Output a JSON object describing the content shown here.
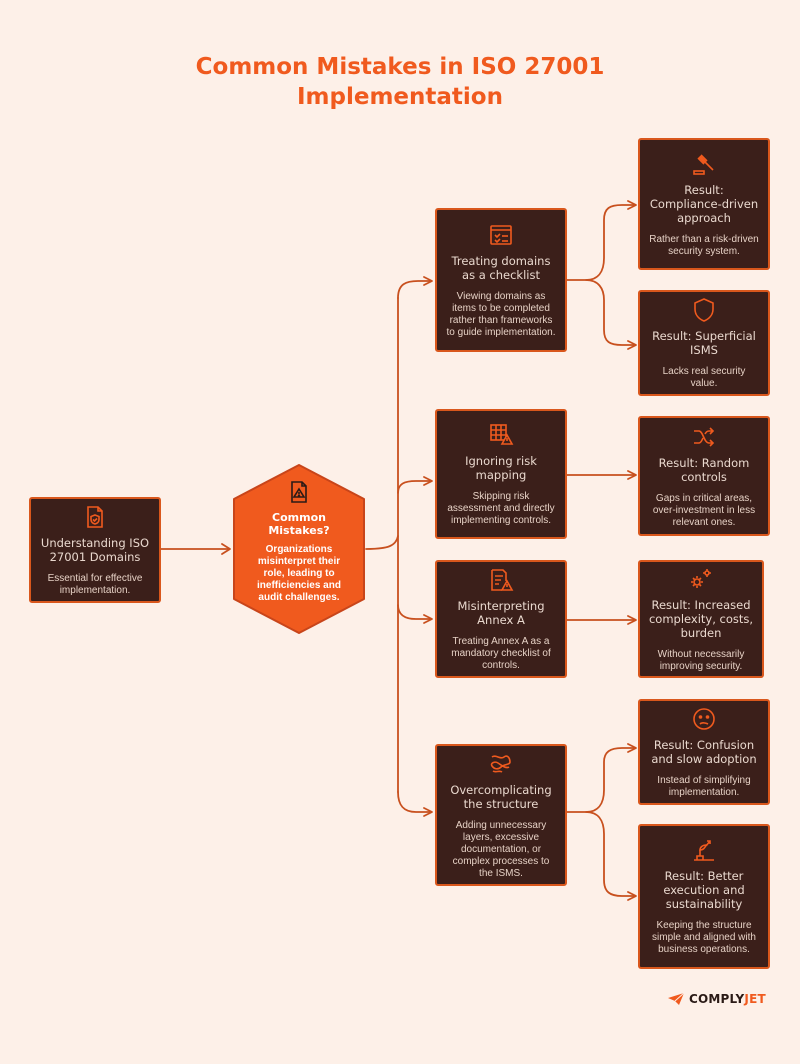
{
  "title": {
    "line1": "Common Mistakes in ISO 27001",
    "line2": "Implementation"
  },
  "colors": {
    "accent": "#f05a1e",
    "box": "#3b1f1a",
    "border": "#d9571c",
    "background": "#fdf0e8"
  },
  "root": {
    "icon": "shield-document-icon",
    "title": "Understanding ISO 27001 Domains",
    "desc": "Essential for effective implementation."
  },
  "center": {
    "icon": "warning-document-icon",
    "title": "Common Mistakes?",
    "desc": "Organizations misinterpret their role, leading to inefficiencies and audit challenges."
  },
  "mistakes": [
    {
      "icon": "checklist-icon",
      "title": "Treating domains as a checklist",
      "desc": "Viewing domains as items to be completed rather than frameworks to guide implementation."
    },
    {
      "icon": "grid-warning-icon",
      "title": "Ignoring risk mapping",
      "desc": "Skipping risk assessment and directly implementing controls."
    },
    {
      "icon": "document-warning-icon",
      "title": "Misinterpreting Annex A",
      "desc": "Treating Annex A as a mandatory checklist of controls."
    },
    {
      "icon": "tangled-icon",
      "title": "Overcomplicating the structure",
      "desc": "Adding unnecessary layers, excessive documentation, or complex processes to the ISMS."
    }
  ],
  "results": [
    {
      "icon": "gavel-icon",
      "title": "Result: Compliance-driven approach",
      "desc": "Rather than a risk-driven security system."
    },
    {
      "icon": "shield-icon",
      "title": "Result: Superficial ISMS",
      "desc": "Lacks real security value."
    },
    {
      "icon": "shuffle-icon",
      "title": "Result: Random controls",
      "desc": "Gaps in critical areas, over-investment in less relevant ones."
    },
    {
      "icon": "gears-icon",
      "title": "Result: Increased complexity, costs, burden",
      "desc": "Without necessarily improving security."
    },
    {
      "icon": "confused-face-icon",
      "title": "Result: Confusion and slow adoption",
      "desc": "Instead of simplifying implementation."
    },
    {
      "icon": "growth-plant-icon",
      "title": "Result: Better execution and sustainability",
      "desc": "Keeping the structure simple and aligned with business operations."
    }
  ],
  "brand": {
    "part1": "COMPLY",
    "part2": "JET",
    "icon": "paper-plane-icon"
  }
}
